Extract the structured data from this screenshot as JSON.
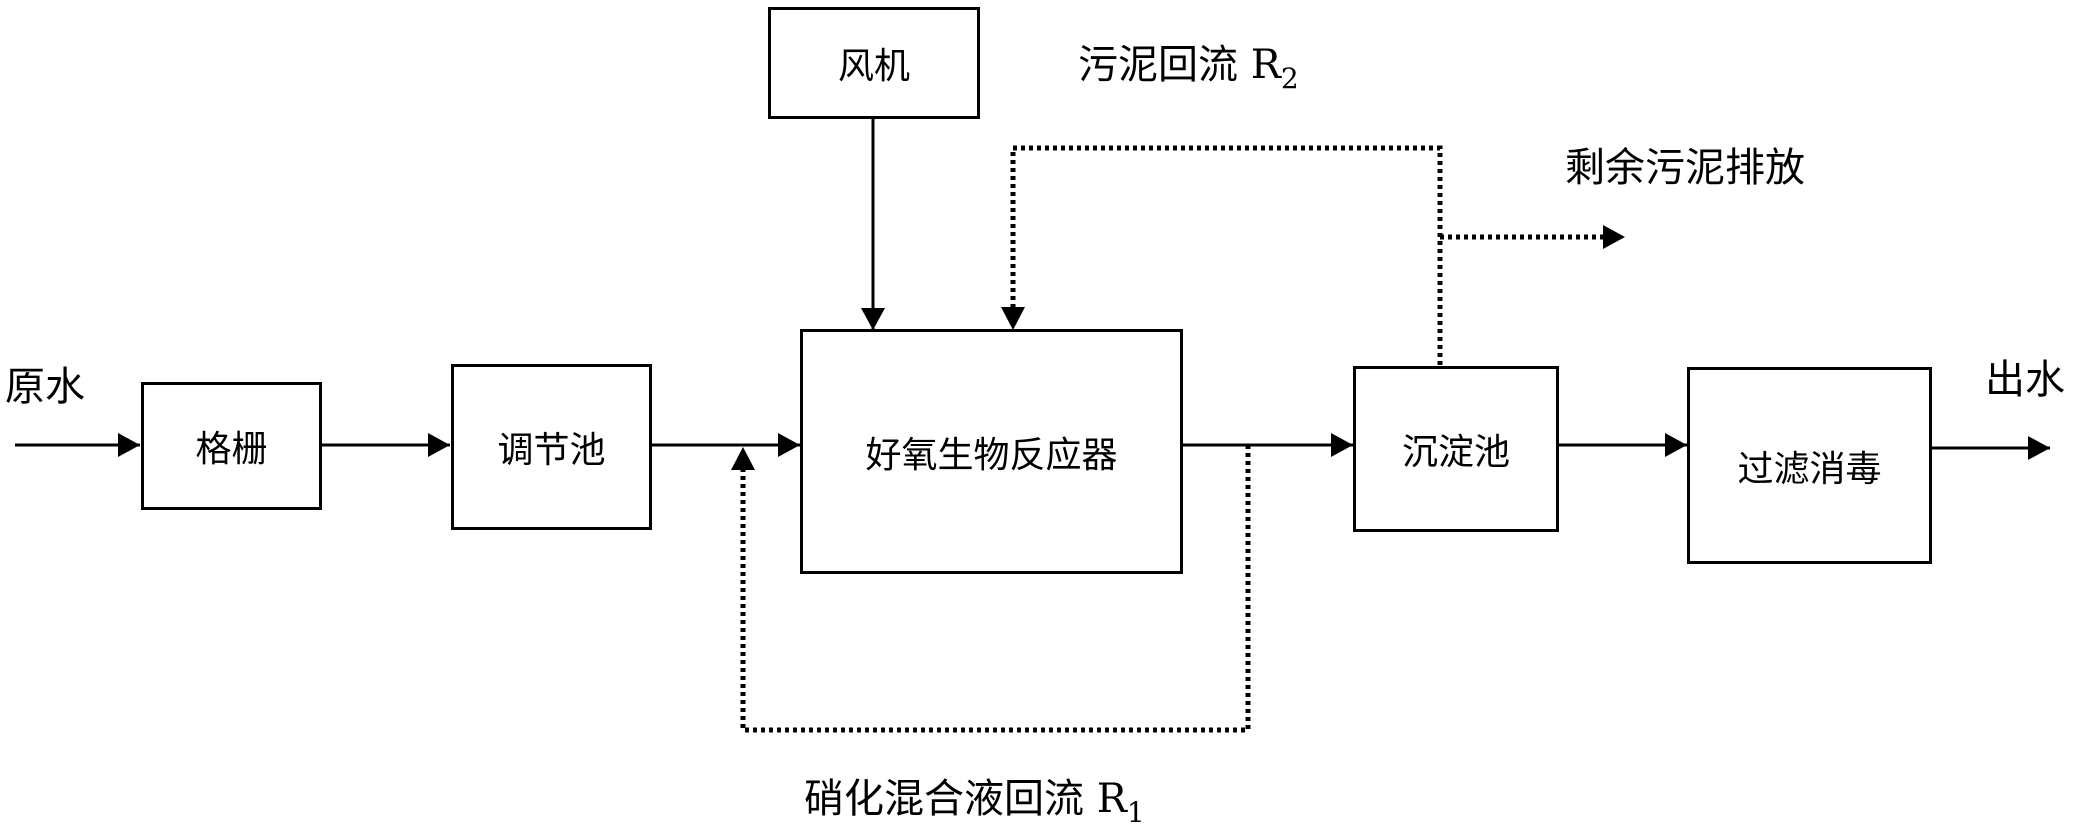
{
  "nodes": {
    "blower": "风机",
    "screen": "格栅",
    "equalization_tank": "调节池",
    "aerobic_reactor": "好氧生物反应器",
    "sedimentation_tank": "沉淀池",
    "filtration_disinfection": "过滤消毒"
  },
  "labels": {
    "raw_water": "原水",
    "effluent": "出水",
    "sludge_return_text": "污泥回流 R",
    "sludge_return_sub": "2",
    "excess_sludge": "剩余污泥排放",
    "nitrified_return_text": "硝化混合液回流 R",
    "nitrified_return_sub": "1"
  }
}
